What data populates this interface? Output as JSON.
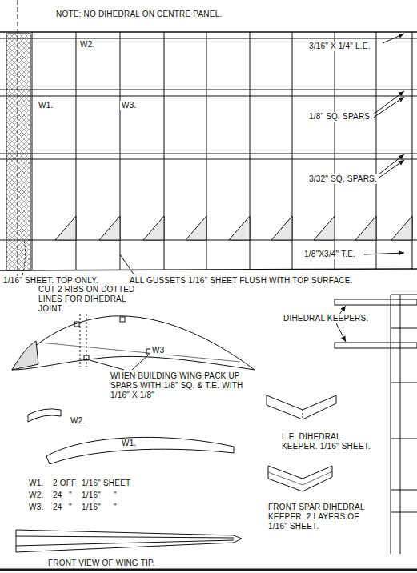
{
  "diagram": {
    "labels": [
      "NOTE: NO DIHEDRAL ON CENTRE PANEL.",
      "W2.",
      "3/16\" X 1/4\" L.E.",
      "W1.",
      "W3.",
      "1/8\" SQ. SPARS.",
      "3/32\" SQ. SPARS.",
      "1/8\"X3/4\" T.E.",
      "1/16\" SHEET. TOP ONLY.",
      "ALL GUSSETS 1/16\" SHEET FLUSH WITH TOP SURFACE.",
      "CUT 2 RIBS ON DOTTED LINES FOR DIHEDRAL JOINT.",
      "DIHEDRAL KEEPERS.",
      "W3",
      "WHEN BUILDING WING PACK UP SPARS WITH 1/8\" SQ. & T.E. WITH 1/16\" X 1/8\"",
      "W2.",
      "W1.",
      "W1.",
      "2 OFF",
      "1/16\" SHEET",
      "W2.",
      "24",
      "\"",
      "1/16\"",
      "\"",
      "W3.",
      "24",
      "\"",
      "1/16\"",
      "\"",
      "L.E. DIHEDRAL KEEPER. 1/16\" SHEET.",
      "FRONT SPAR DIHEDRAL KEEPER. 2 LAYERS OF 1/16\" SHEET.",
      "FRONT VIEW OF WING TIP."
    ]
  }
}
